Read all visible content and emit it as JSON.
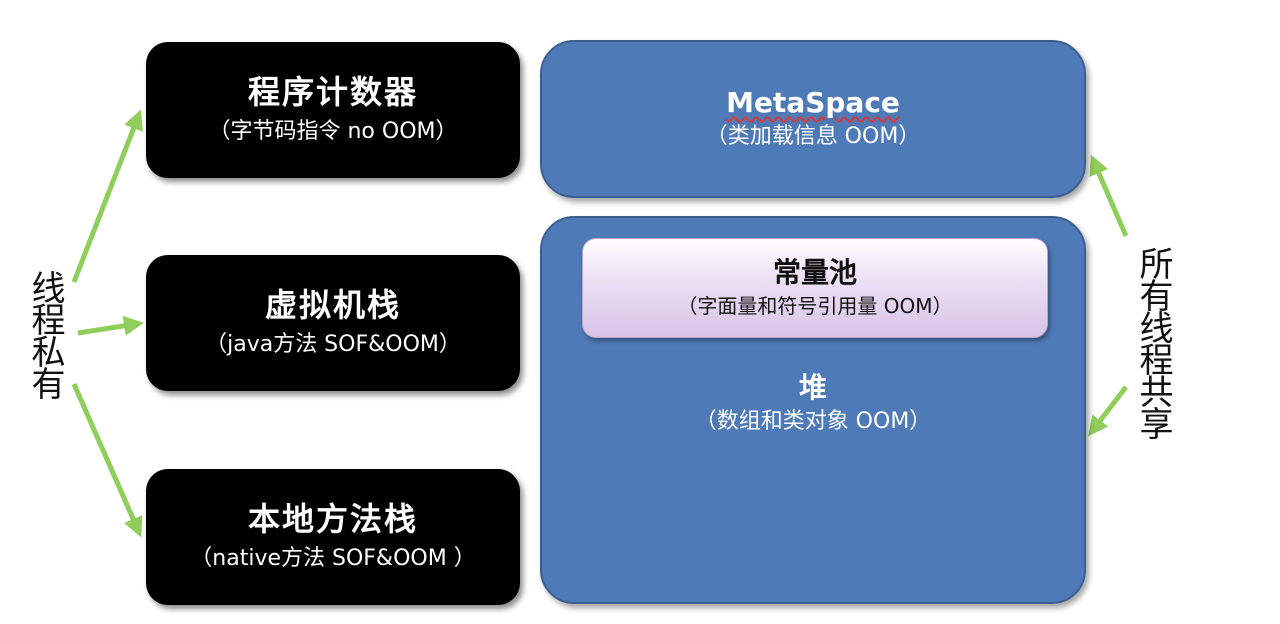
{
  "left_label": "线程私有",
  "right_label": "所有线程共享",
  "private_areas": [
    {
      "title": "程序计数器",
      "subtitle": "（字节码指令 no OOM）"
    },
    {
      "title": "虚拟机栈",
      "subtitle": "（java方法 SOF&OOM）"
    },
    {
      "title": "本地方法栈",
      "subtitle": "（native方法 SOF&OOM ）"
    }
  ],
  "shared_areas": {
    "metaspace": {
      "title": "MetaSpace",
      "subtitle": "（类加载信息 OOM）"
    },
    "heap": {
      "title": "堆",
      "subtitle": "（数组和类对象 OOM）"
    },
    "constant_pool": {
      "title": "常量池",
      "subtitle": "（字面量和符号引用量 OOM）"
    }
  },
  "colors": {
    "private_box": "#000000",
    "shared_box": "#4f7ab8",
    "constant_pool": "#e2d3ee",
    "arrow": "#8fce5a"
  }
}
